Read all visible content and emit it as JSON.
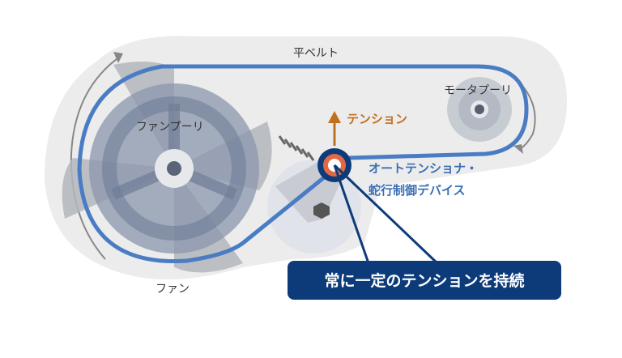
{
  "labels": {
    "flat_belt": "平ベルト",
    "motor_pulley": "モータプーリ",
    "fan_pulley": "ファンプーリ",
    "fan": "ファン",
    "tension": "テンション",
    "device_line1": "オートテンショナ・",
    "device_line2": "蛇行制御デバイス",
    "callout": "常に一定のテンションを持続"
  },
  "colors": {
    "belt": "#4a7cc4",
    "tension_arrow": "#c0701f",
    "device_text": "#3b6fb5",
    "callout_bg": "#0d3b7a",
    "housing": "#ebebeb",
    "fan_blades": "#a9aeb5",
    "fan_pulley": "#7d8ba3"
  }
}
